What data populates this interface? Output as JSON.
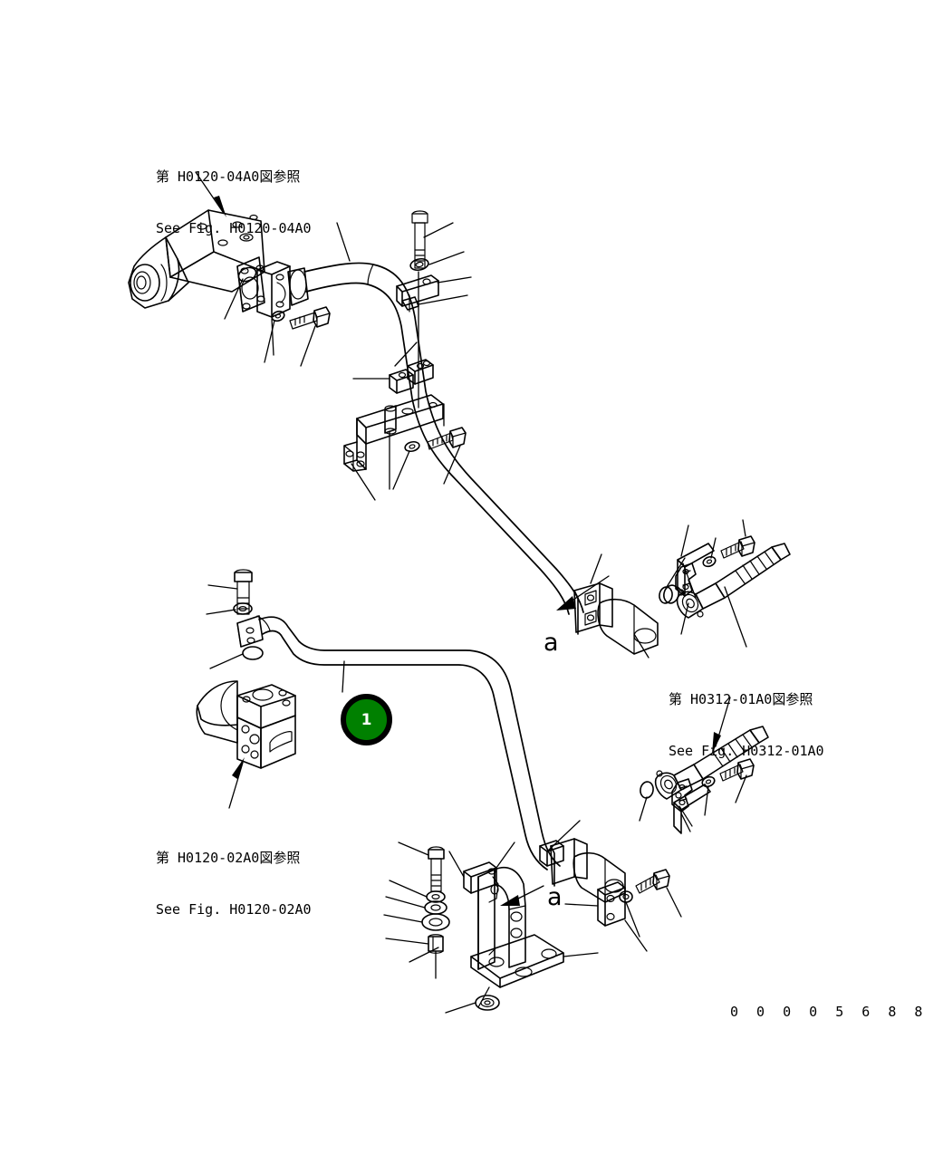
{
  "diagram": {
    "title": "Hydraulic piping parts diagram",
    "drawing_number": "0 0 0 0 5 6 8 8",
    "background_color": "#ffffff",
    "line_color": "#000000"
  },
  "callouts": [
    {
      "id": "1",
      "label": "1",
      "fill_color": "#008000",
      "ring_color": "#000000",
      "text_color": "#ffffff"
    }
  ],
  "section_marks": [
    {
      "label": "a",
      "position": "upper-right"
    },
    {
      "label": "a",
      "position": "lower-center"
    }
  ],
  "references": [
    {
      "jp": "第 H0120-04A0図参照",
      "en": "See Fig. H0120-04A0",
      "position": "top-left"
    },
    {
      "jp": "第 H0120-02A0図参照",
      "en": "See Fig. H0120-02A0",
      "position": "mid-left"
    },
    {
      "jp": "第 H0312-01A0図参照",
      "en": "See Fig. H0312-01A0",
      "position": "right"
    }
  ],
  "components": [
    {
      "name": "hydraulic-motor-upper",
      "desc": "Hydraulic motor / pump body, upper left"
    },
    {
      "name": "hydraulic-motor-lower",
      "desc": "Hydraulic motor / pump body, lower left"
    },
    {
      "name": "tube-upper",
      "desc": "Upper hydraulic tube assembly"
    },
    {
      "name": "tube-lower",
      "desc": "Lower hydraulic tube assembly, item 1"
    },
    {
      "name": "flange-plate-upper",
      "desc": "Split flange plate, upper left"
    },
    {
      "name": "clamp-upper",
      "desc": "Pipe clamp halves, top center"
    },
    {
      "name": "clamp-mid",
      "desc": "Pipe clamp halves, mid"
    },
    {
      "name": "bracket-mid",
      "desc": "Clamp mounting bracket, mid"
    },
    {
      "name": "bracket-bottom",
      "desc": "Clamp mounting bracket, bottom center"
    },
    {
      "name": "hose-nipple-upper-right",
      "desc": "Threaded hose nipple with split flange"
    },
    {
      "name": "hose-nipple-lower-right",
      "desc": "Threaded hose nipple with split flange"
    },
    {
      "name": "bolt",
      "desc": "Hex head bolt"
    },
    {
      "name": "washer",
      "desc": "Flat washer"
    },
    {
      "name": "spring-washer",
      "desc": "Spring washer"
    },
    {
      "name": "nut",
      "desc": "Hex nut"
    },
    {
      "name": "o-ring",
      "desc": "O-ring seal"
    },
    {
      "name": "spacer-collar",
      "desc": "Spacer collar"
    }
  ]
}
